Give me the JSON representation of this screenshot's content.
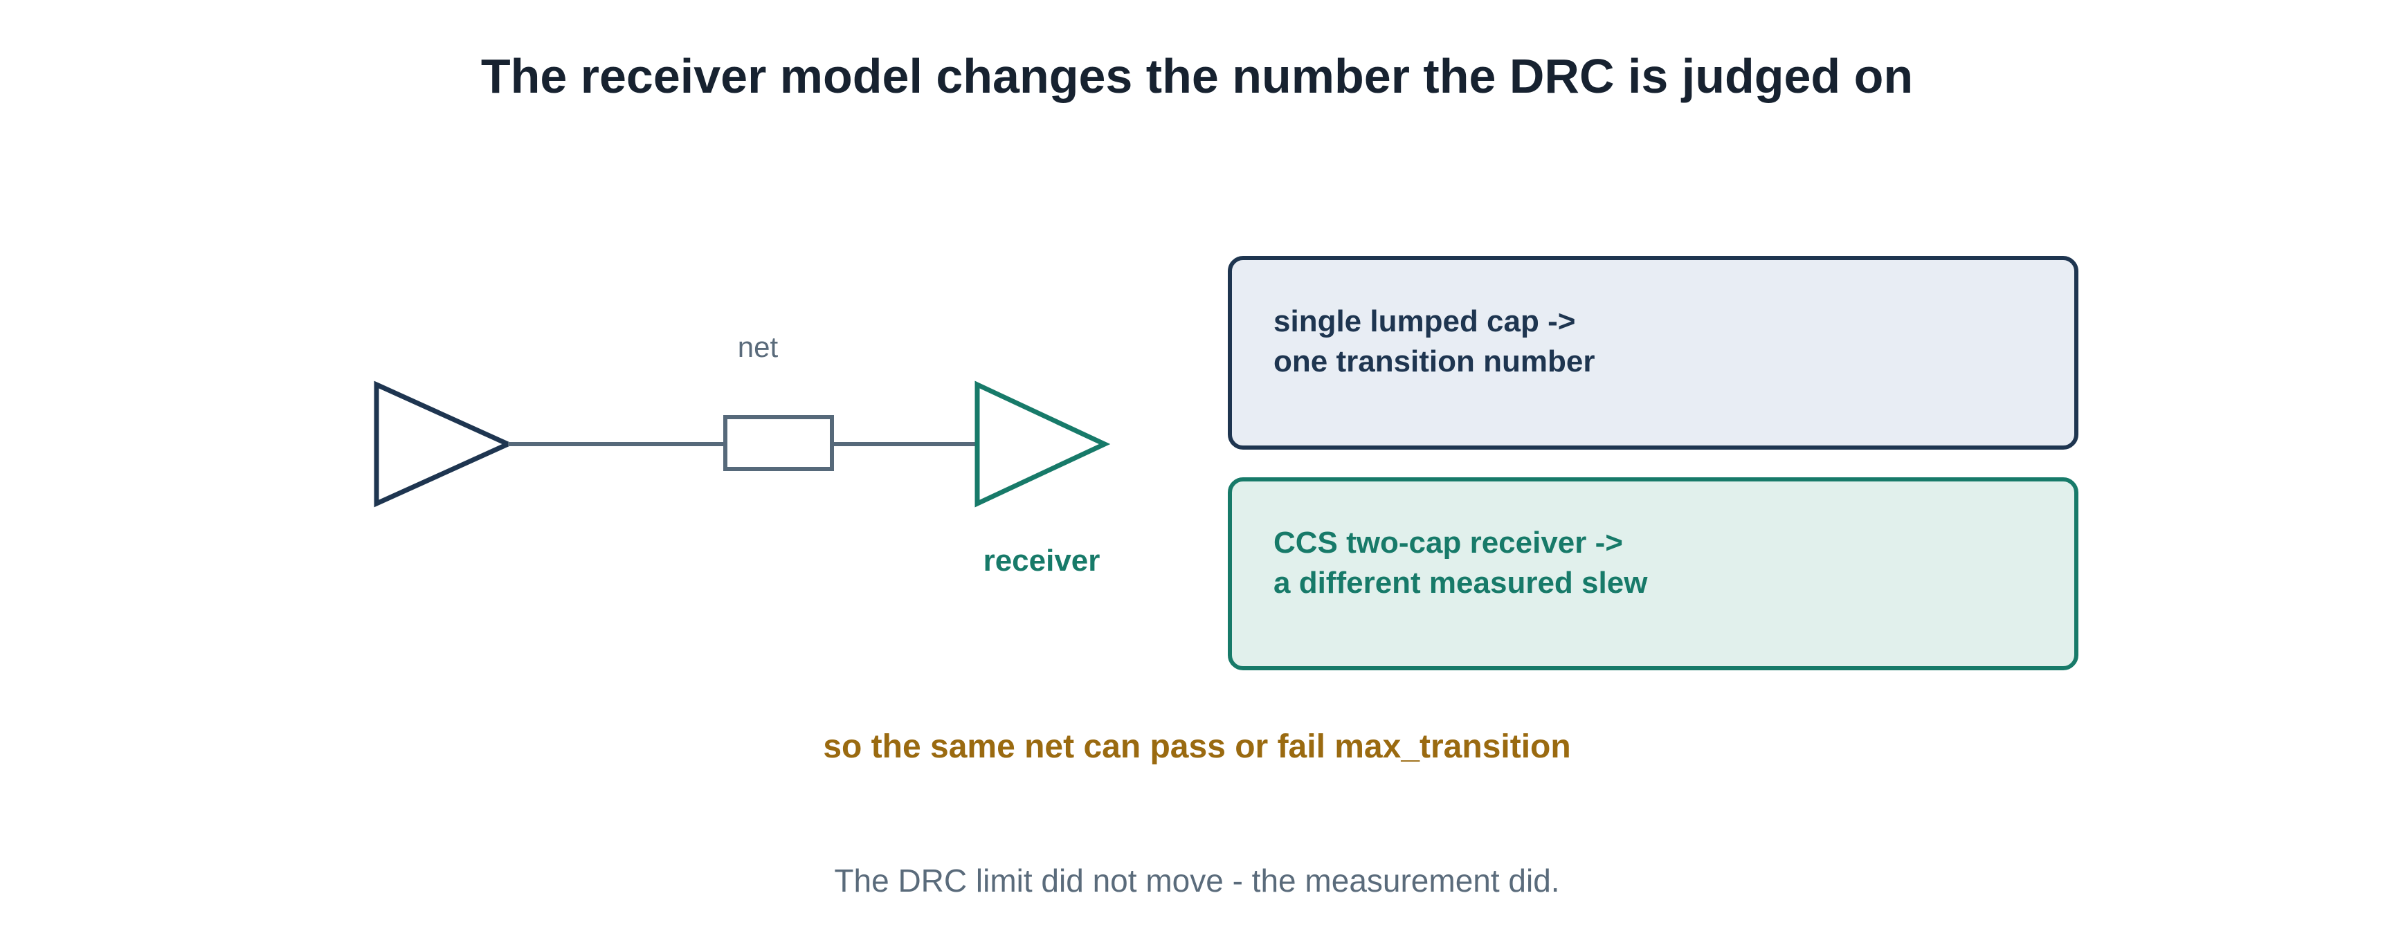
{
  "title": "The receiver model changes the number the DRC is judged on",
  "schematic": {
    "net_label": "net",
    "receiver_label": "receiver"
  },
  "boxes": {
    "lumped": {
      "line1": "single lumped cap ->",
      "line2": "one transition number"
    },
    "ccs": {
      "line1": "CCS two-cap receiver ->",
      "line2": "a different measured slew"
    }
  },
  "consequence": "so the same net can pass or fail max_transition",
  "footnote": "The DRC limit did not move - the measurement did.",
  "colors": {
    "driver": "#1e3550",
    "wire": "#56697a",
    "receiver": "#177a69",
    "accent": "#9a6a10"
  }
}
